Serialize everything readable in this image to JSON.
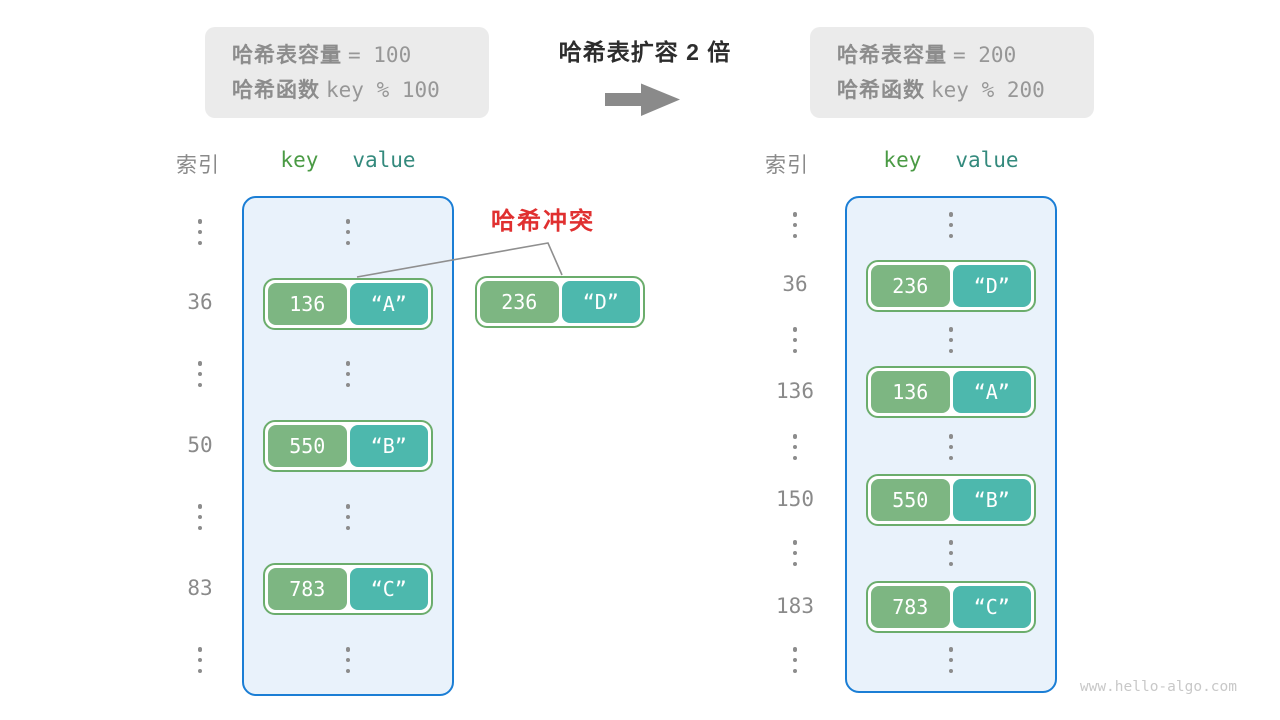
{
  "header": {
    "left_box": {
      "line1_label": "哈希表容量",
      "line1_code": "= 100",
      "line2_label": "哈希函数",
      "line2_code": "key % 100"
    },
    "title": "哈希表扩容 2 倍",
    "right_box": {
      "line1_label": "哈希表容量",
      "line1_code": "= 200",
      "line2_label": "哈希函数",
      "line2_code": "key % 200"
    },
    "arrow_icon": "right-block-arrow"
  },
  "collision": {
    "label": "哈希冲突",
    "key": "236",
    "value": "“D”"
  },
  "left_table": {
    "index_header": "索引",
    "key_header": "key",
    "value_header": "value",
    "entries": [
      {
        "index": "36",
        "key": "136",
        "value": "“A”"
      },
      {
        "index": "50",
        "key": "550",
        "value": "“B”"
      },
      {
        "index": "83",
        "key": "783",
        "value": "“C”"
      }
    ]
  },
  "right_table": {
    "index_header": "索引",
    "key_header": "key",
    "value_header": "value",
    "entries": [
      {
        "index": "36",
        "key": "236",
        "value": "“D”"
      },
      {
        "index": "136",
        "key": "136",
        "value": "“A”"
      },
      {
        "index": "150",
        "key": "550",
        "value": "“B”"
      },
      {
        "index": "183",
        "key": "783",
        "value": "“C”"
      }
    ]
  },
  "watermark": "www.hello-algo.com",
  "colors": {
    "key_pill": "#7DB682",
    "value_pill": "#4DB8AD",
    "pair_border": "#6BAD6C",
    "table_bg": "#E9F2FB",
    "table_border": "#1B7ED5",
    "key_header_text": "#4A9A44",
    "value_header_text": "#348A7D",
    "collision_red": "#E03030",
    "muted_gray": "#8C8C8C",
    "info_box_bg": "#EBEBEB"
  }
}
